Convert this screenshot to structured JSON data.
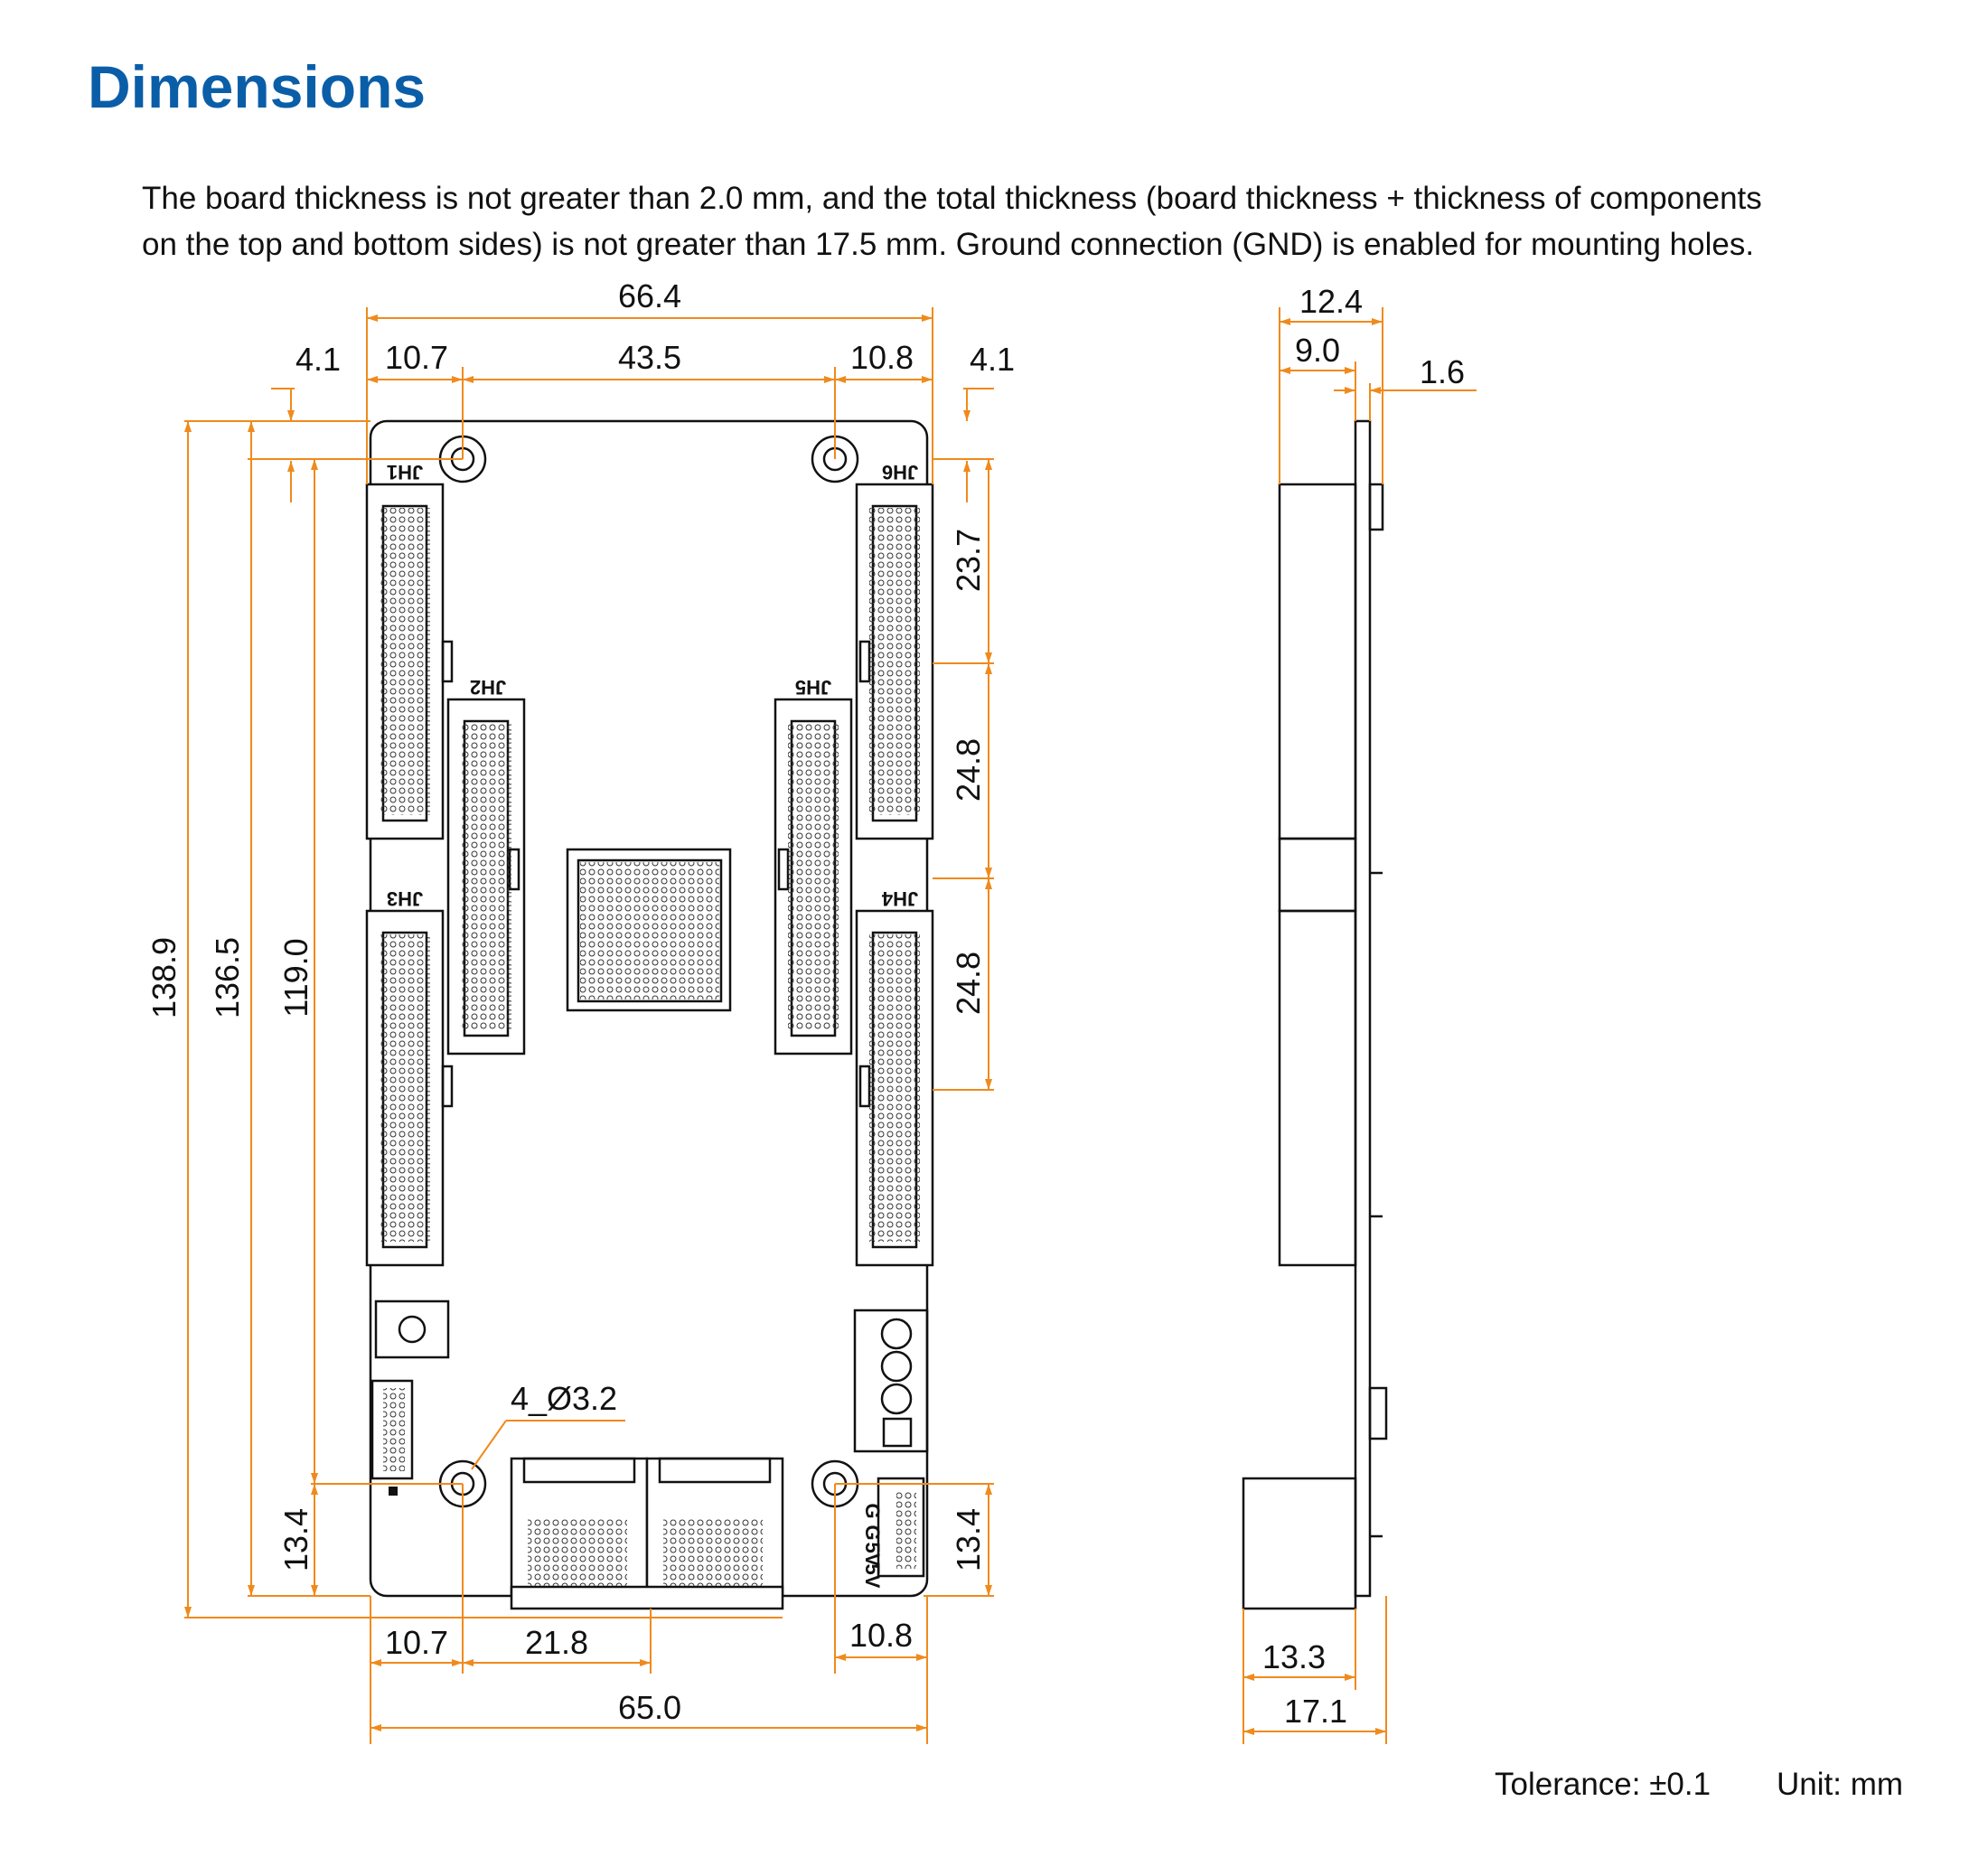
{
  "title": "Dimensions",
  "description": [
    "The board thickness is not greater than 2.0 mm, and the total thickness (board thickness + thickness of components",
    "on the top and bottom sides) is not greater than 17.5 mm. Ground connection (GND) is enabled for mounting holes."
  ],
  "connectors": {
    "jh1": "JH1",
    "jh2": "JH2",
    "jh3": "JH3",
    "jh4": "JH4",
    "jh5": "JH5",
    "jh6": "JH6"
  },
  "power_labels": {
    "g1": "G",
    "g2": "G",
    "v1": "5V",
    "v2": "5V"
  },
  "dimensions": {
    "top_total_width": "66.4",
    "top_left_offset": "4.1",
    "top_left_hole": "10.7",
    "top_hole_spacing": "43.5",
    "top_right_hole": "10.8",
    "top_right_offset": "4.1",
    "left_total_height": "138.9",
    "left_board_height": "136.5",
    "left_hole_spacing": "119.0",
    "left_bottom_hole": "13.4",
    "right_jh6_pitch": "23.7",
    "right_jh6_jh4": "24.8",
    "right_jh4_pitch": "24.8",
    "right_bottom_hole": "13.4",
    "hole_callout": "4_Ø3.2",
    "bottom_left_hole": "10.7",
    "bottom_rj45": "21.8",
    "bottom_right_hole": "10.8",
    "bottom_total_width": "65.0",
    "side_total_top": "12.4",
    "side_component_top": "9.0",
    "side_board_thickness": "1.6",
    "side_rj45_height": "13.3",
    "side_total_bottom": "17.1"
  },
  "footer": {
    "tolerance": "Tolerance: ±0.1",
    "unit": "Unit: mm"
  },
  "colors": {
    "title": "#0a5ea8",
    "dimension_lines": "#f08a1c",
    "outline": "#111111"
  }
}
